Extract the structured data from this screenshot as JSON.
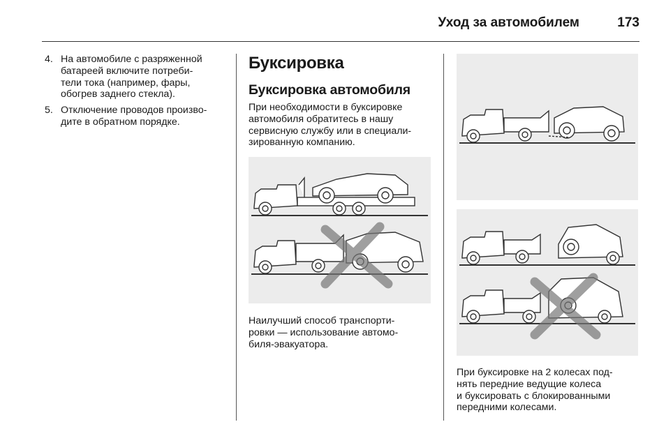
{
  "header": {
    "title": "Уход за автомобилем",
    "page_number": "173"
  },
  "col1": {
    "items": [
      {
        "num": "4.",
        "lines": [
          "На автомобиле с разряженной",
          "батареей включите потреби-",
          "тели тока (например, фары,",
          "обогрев заднего стекла)."
        ]
      },
      {
        "num": "5.",
        "lines": [
          "Отключение проводов произво-",
          "дите в обратном порядке."
        ]
      }
    ]
  },
  "col2": {
    "heading": "Буксировка",
    "subheading": "Буксировка автомобиля",
    "intro_lines": [
      "При необходимости в буксировке",
      "автомобиля обратитесь в нашу",
      "сервисную службу или в специали-",
      "зированную компанию."
    ],
    "caption_lines": [
      "Наилучший способ транспорти-",
      "ровки — использование автомо-",
      "биля-эвакуатора."
    ]
  },
  "col3": {
    "caption_lines": [
      "При буксировке на 2 колесах под-",
      "нять передние ведущие колеса",
      "и буксировать с блокированными",
      "передними колесами."
    ]
  }
}
